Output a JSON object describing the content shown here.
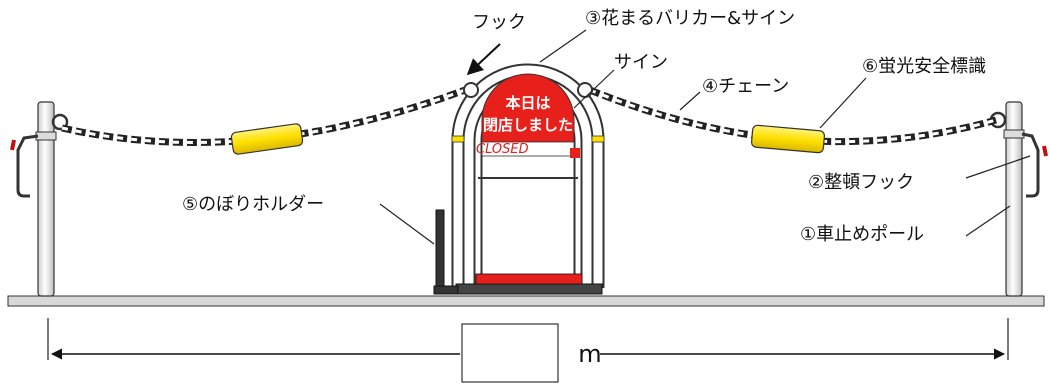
{
  "labels": {
    "hook": "フック",
    "barricade": "③花まるバリカー&サイン",
    "sign": "サイン",
    "chain": "④チェーン",
    "safety_mark": "⑥蛍光安全標識",
    "storage_hook": "②整頓フック",
    "pole": "①車止めポール",
    "banner_holder": "⑤のぼりホルダー"
  },
  "signboard": {
    "line1": "本日は",
    "line2": "閉店しました",
    "closed": "CLOSED"
  },
  "dimension": {
    "unit": "m"
  },
  "colors": {
    "sign_red": "#e8201c",
    "safety_yellow": "#ffe000",
    "ground": "#d8d8d8",
    "ink": "#111111"
  }
}
